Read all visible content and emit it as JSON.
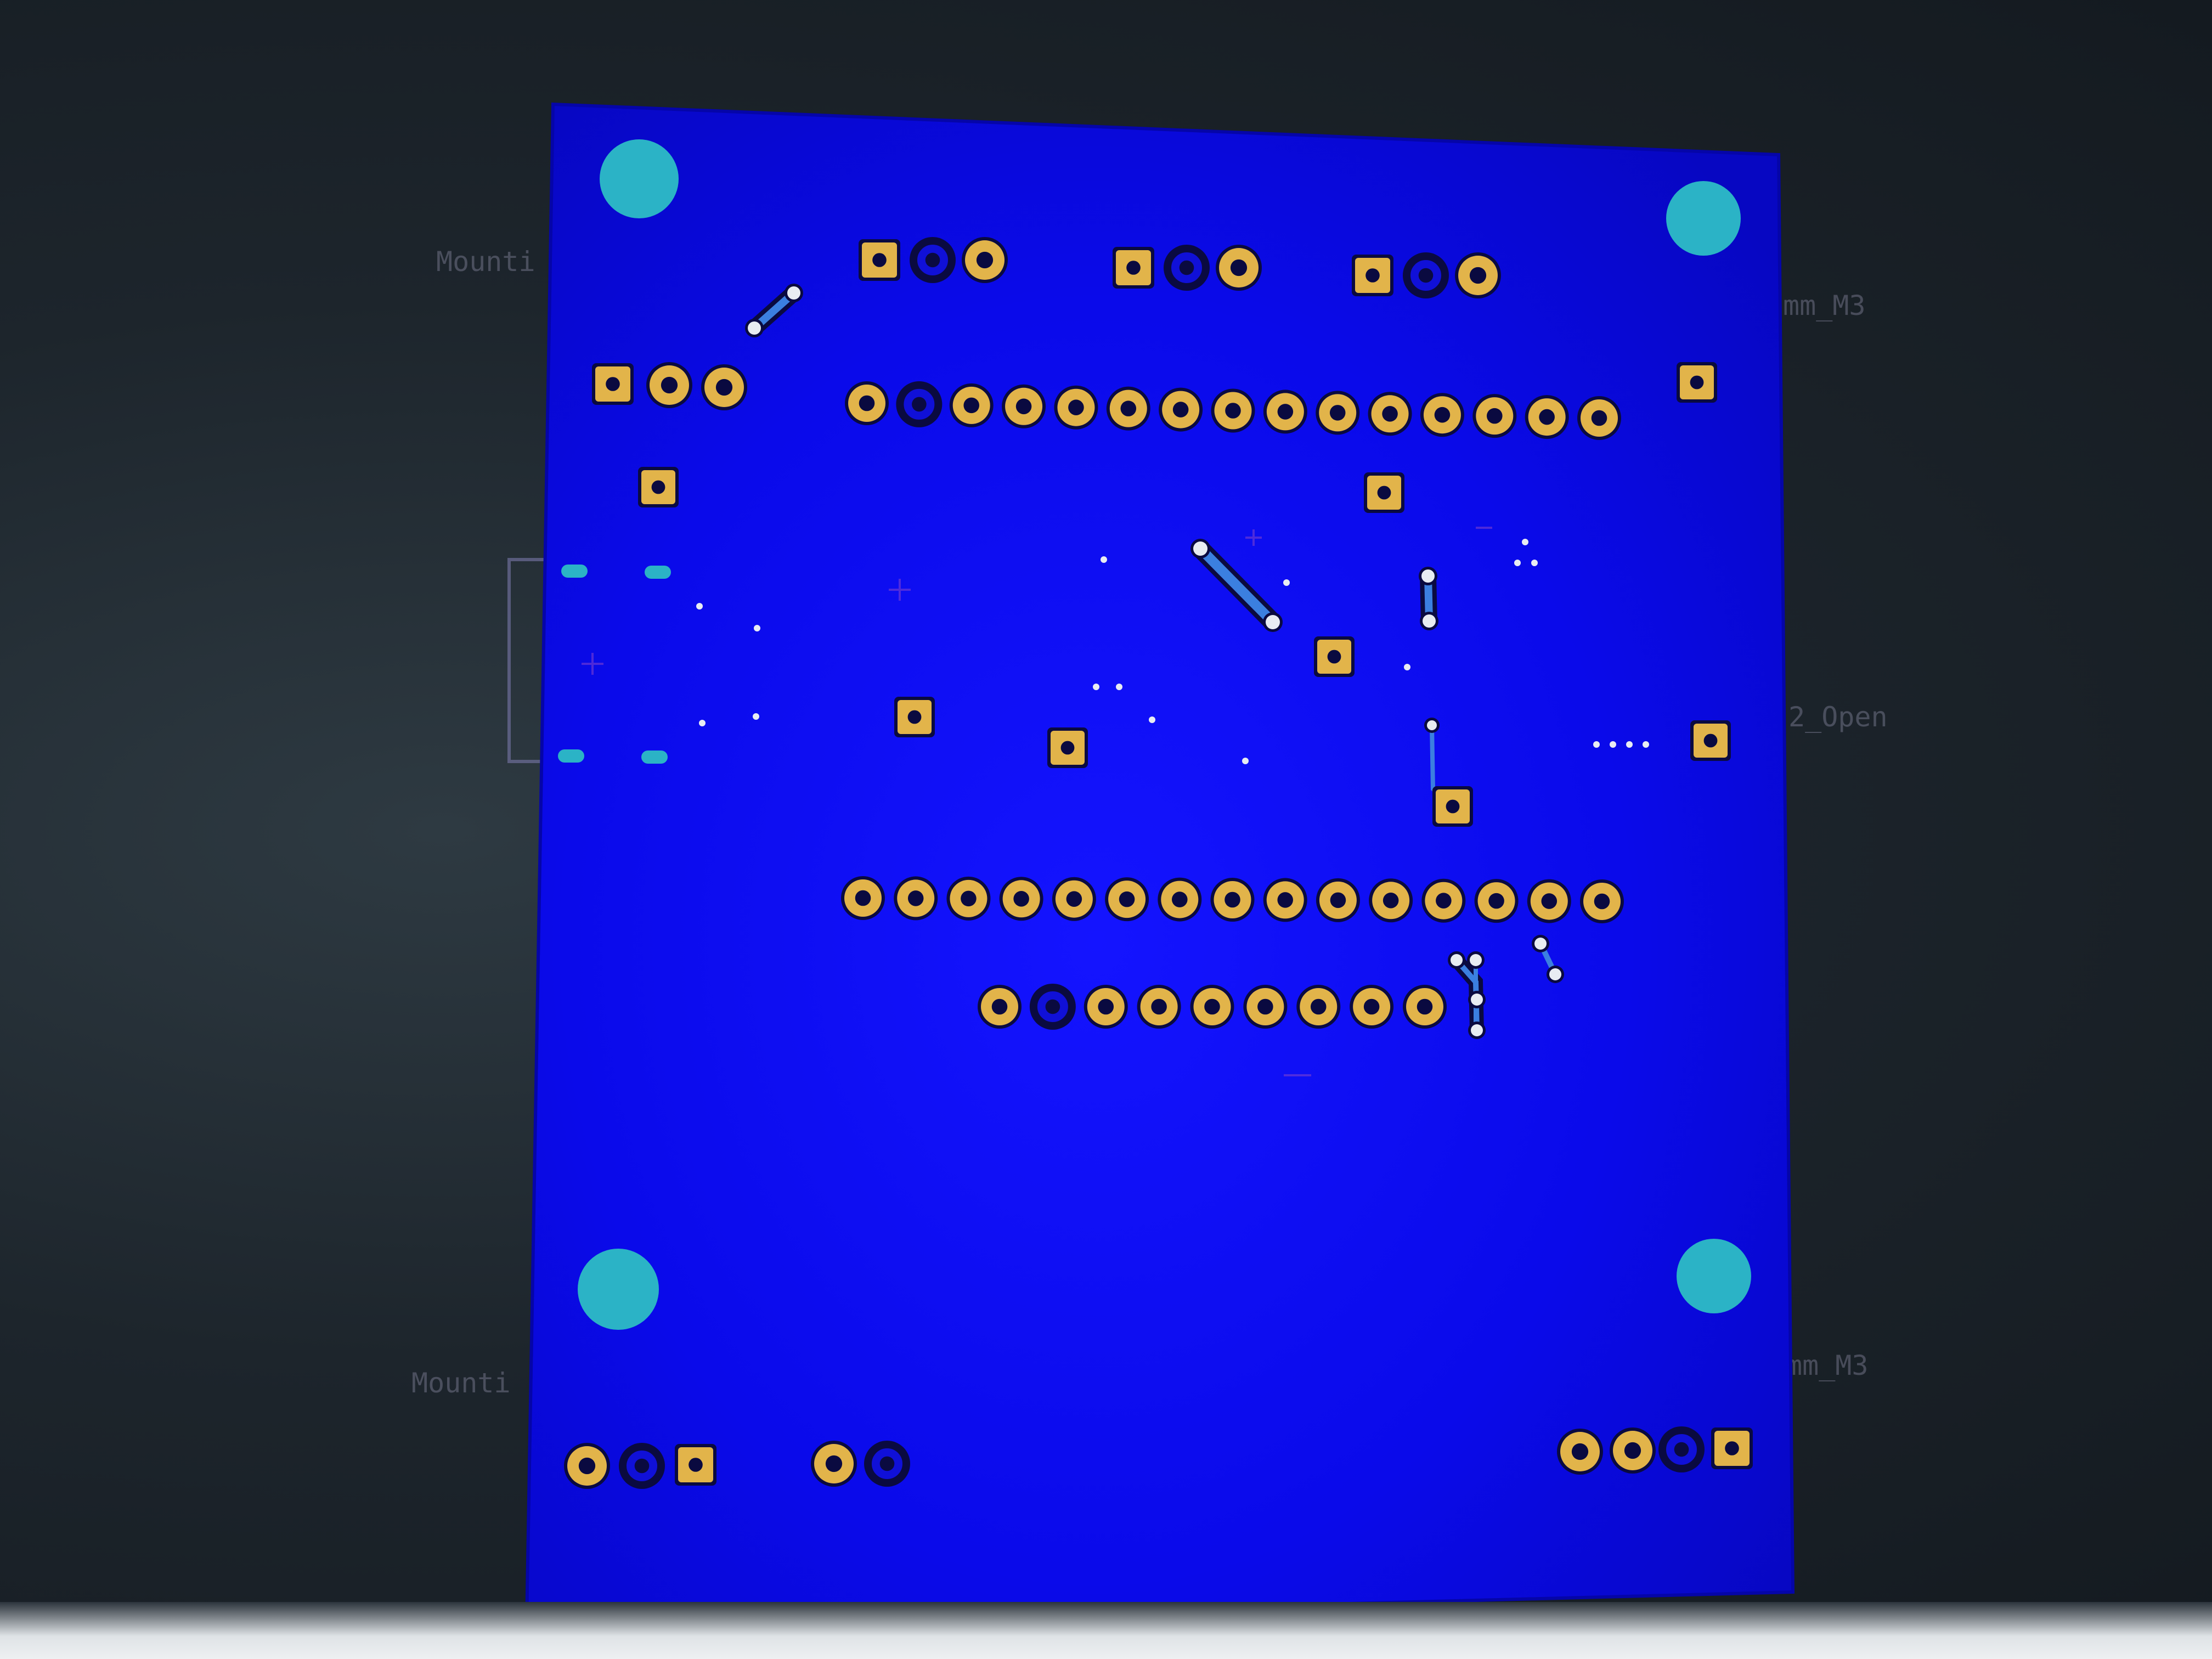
{
  "window": {
    "title": "PCB Editor — Bottom Copper View"
  },
  "colors": {
    "background": "#1b2229",
    "copper_fill": "#0b0be8",
    "pad": "#e2b44a",
    "pad_ring_edge": "#0a0a40",
    "mounting_hole": "#2bb3c6",
    "track": "#3b7fe0",
    "via": "#e8ecf2",
    "outline_ghost": "#6e6e9a"
  },
  "icons": {
    "mounting_hole": "teal-circle",
    "square_pad": "square-pad-icon",
    "round_pad": "round-pad-icon",
    "via": "via-dot-icon"
  },
  "labels": {
    "mounting_top_left": "Mounti",
    "mounting_bottom_left": "Mounti",
    "mounting_top_right": "mm_M3",
    "mounting_bottom_right": "mm_M3",
    "right_connector": "2_Open"
  }
}
